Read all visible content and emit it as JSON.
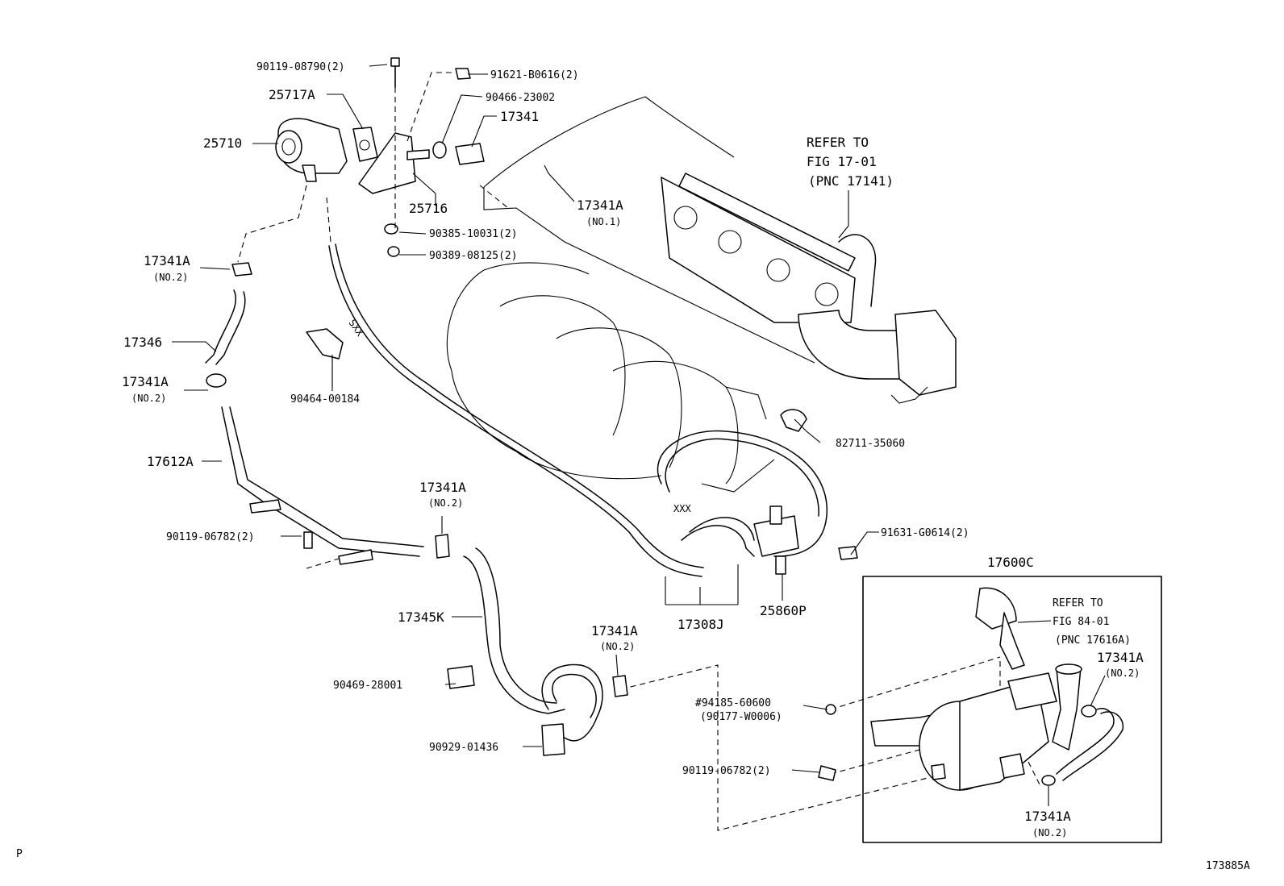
{
  "labels": {
    "p_90119_08790": "90119-08790(2)",
    "p_91621_b0616": "91621-B0616(2)",
    "p_25717a": "25717A",
    "p_90466_23002": "90466-23002",
    "p_17341": "17341",
    "p_25710": "25710",
    "p_25716": "25716",
    "p_90385_10031": "90385-10031(2)",
    "p_90389_08125": "90389-08125(2)",
    "p_17341a_no1": "17341A",
    "p_17341a_no1_sub": "(NO.1)",
    "refer_17_line1": "REFER TO",
    "refer_17_line2": "FIG 17-01",
    "refer_17_line3": "(PNC 17141)",
    "p_17341a_left1": "17341A",
    "p_17341a_left1_sub": "(NO.2)",
    "p_17346": "17346",
    "p_17341a_left2": "17341A",
    "p_17341a_left2_sub": "(NO.2)",
    "p_90464_00184": "90464-00184",
    "p_82711_35060": "82711-35060",
    "p_17612a": "17612A",
    "p_17341a_mid": "17341A",
    "p_17341a_mid_sub": "(NO.2)",
    "p_90119_06782_left": "90119-06782(2)",
    "p_91631_g0614": "91631-G0614(2)",
    "p_17600c": "17600C",
    "p_17345k": "17345K",
    "p_17308j": "17308J",
    "p_25860p": "25860P",
    "refer_84_line1": "REFER TO",
    "refer_84_line2": "FIG 84-01",
    "refer_84_line3": "(PNC 17616A)",
    "p_17341a_low": "17341A",
    "p_17341a_low_sub": "(NO.2)",
    "p_17341a_right": "17341A",
    "p_17341a_right_sub": "(NO.2)",
    "p_90469_28001": "90469-28001",
    "p_94185_60600": "#94185-60600",
    "p_90177_w0006": "(90177-W0006)",
    "p_90119_06782_right": "90119-06782(2)",
    "p_90929_01436": "90929-01436",
    "p_17341a_bottom": "17341A",
    "p_17341a_bottom_sub": "(NO.2)",
    "corner_p": "P",
    "figure_id": "173885A",
    "hose_mark_1": "SXX",
    "hose_mark_2": "XXX"
  },
  "colors": {
    "ink": "#000000",
    "paper": "#ffffff"
  }
}
